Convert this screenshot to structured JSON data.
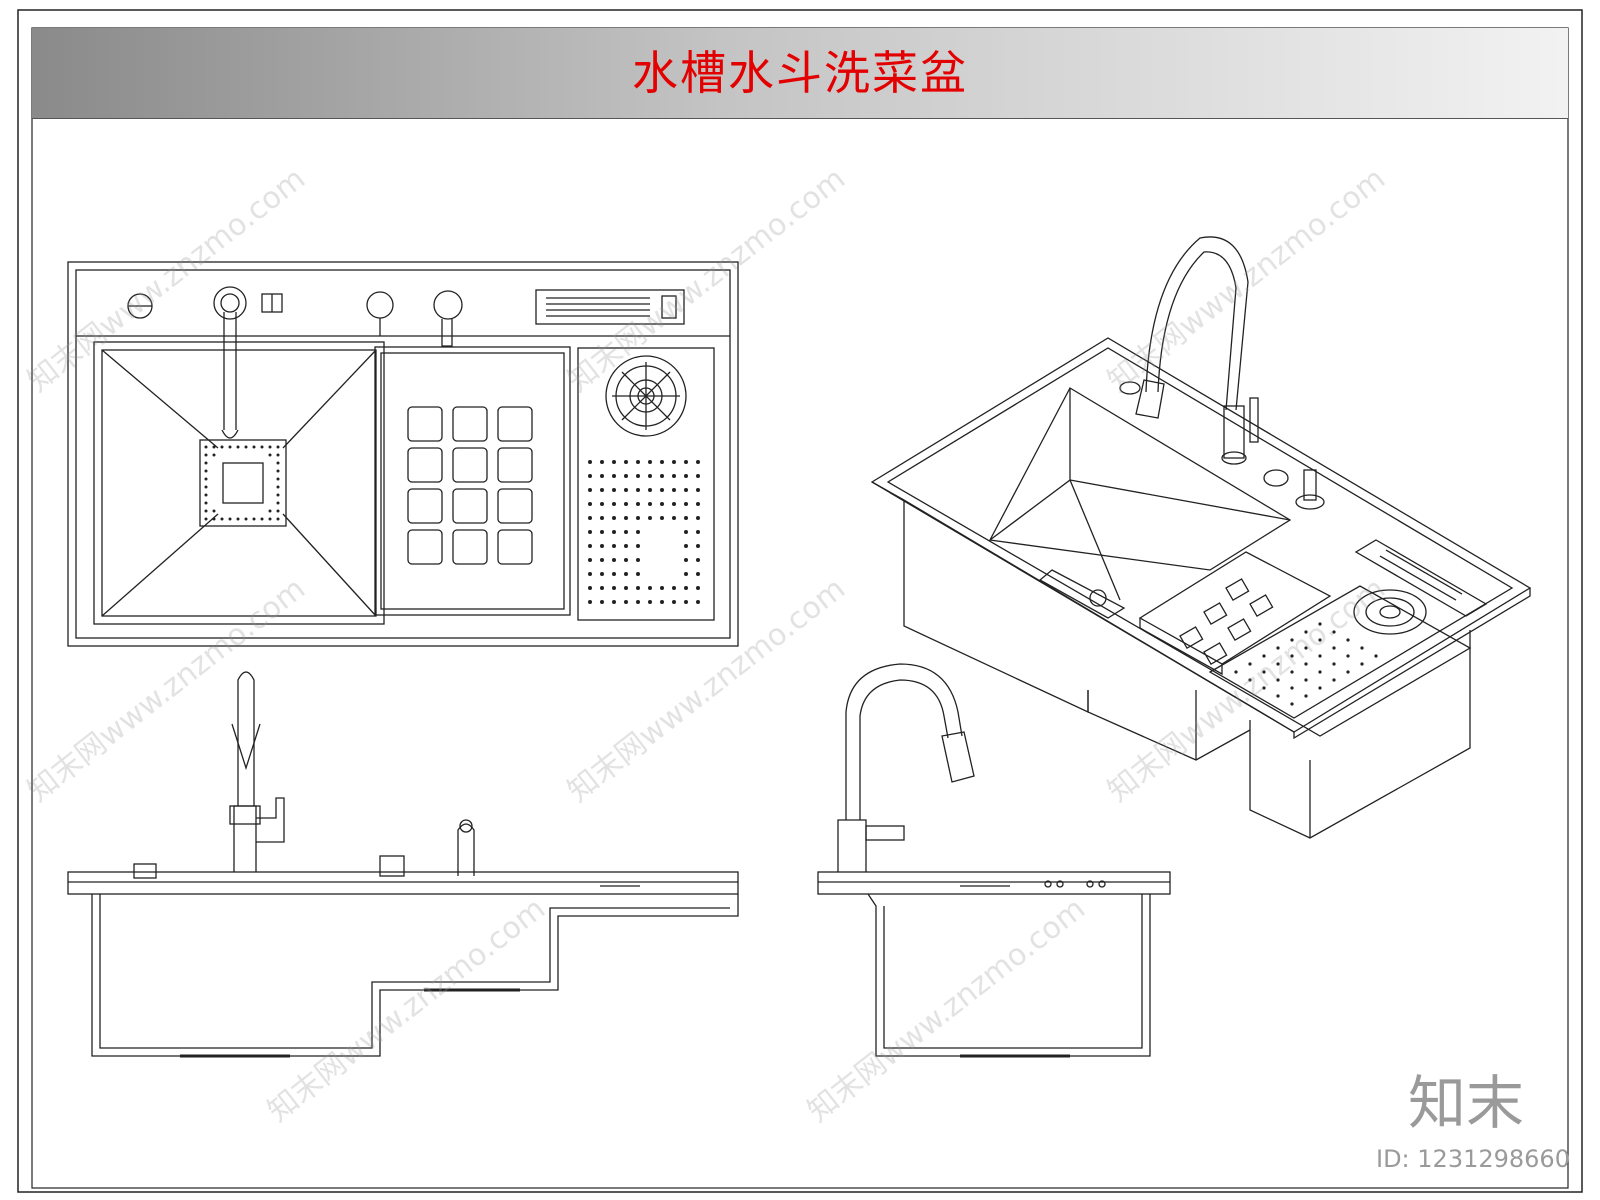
{
  "title": "水槽水斗洗菜盆",
  "watermark": {
    "text": "知末网www.znzmo.com",
    "color": "#969696"
  },
  "logo": {
    "text": "知末",
    "id_text": "ID: 1231298660"
  },
  "colors": {
    "title_color": "#e30000",
    "line_color": "#222222",
    "title_bar_dark": "#8a8a8a",
    "title_bar_light": "#f2f2f2"
  }
}
